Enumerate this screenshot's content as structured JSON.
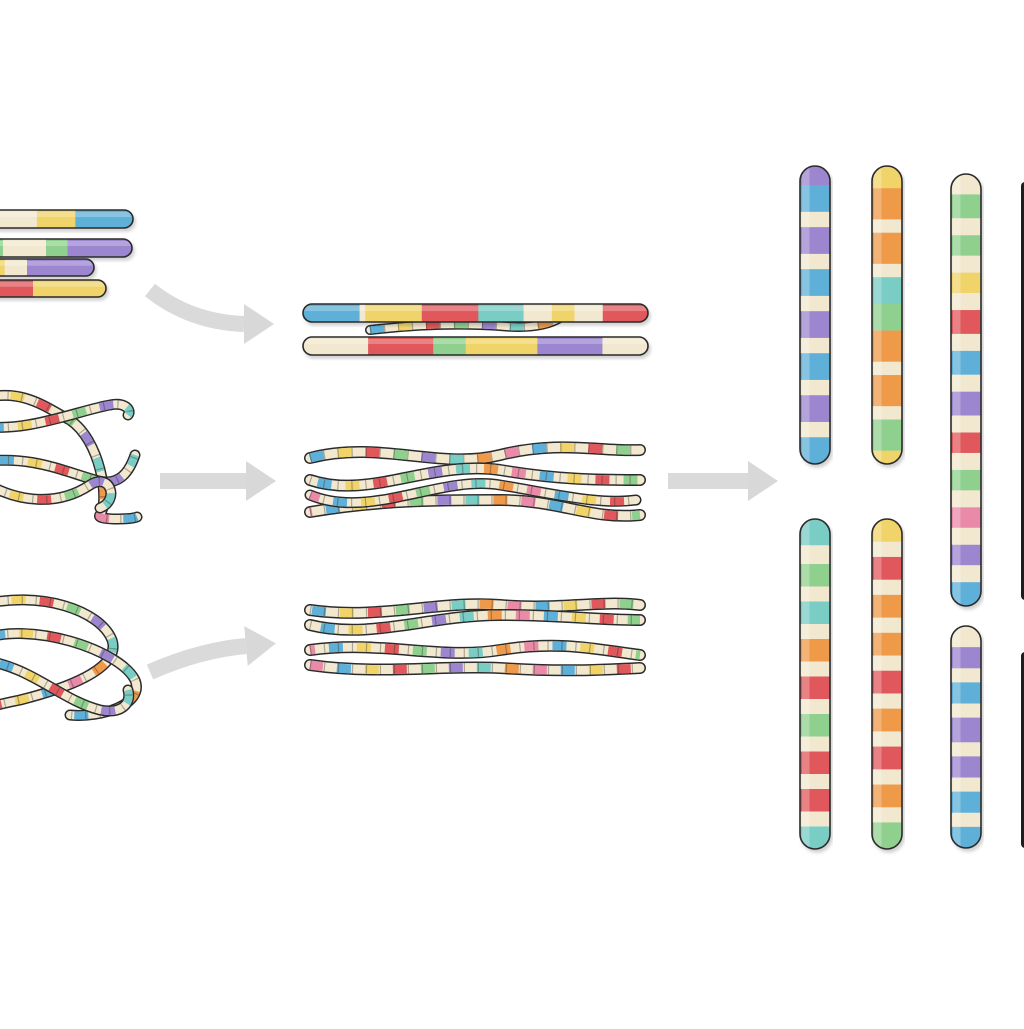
{
  "colors": {
    "background": "#ffffff",
    "outline": "#2b2b2b",
    "arrow": "#d4d4d4",
    "palette": {
      "blue": "#5fb0d8",
      "yellow": "#f0d46a",
      "red": "#e0585c",
      "green": "#8fd08e",
      "purple": "#9b86cf",
      "cream": "#f1e8cf",
      "orange": "#ef9a4a",
      "teal": "#79cdc4",
      "pink": "#e98aa8",
      "lime": "#c8df8a"
    }
  },
  "rows": [
    {
      "input": "straight-rods",
      "output": "paired-straight-rods"
    },
    {
      "input": "tangled-strands",
      "output": "twisted-strands"
    },
    {
      "input": "looped-strands",
      "output": "twisted-strands"
    }
  ],
  "result": "banded-chromosomes"
}
